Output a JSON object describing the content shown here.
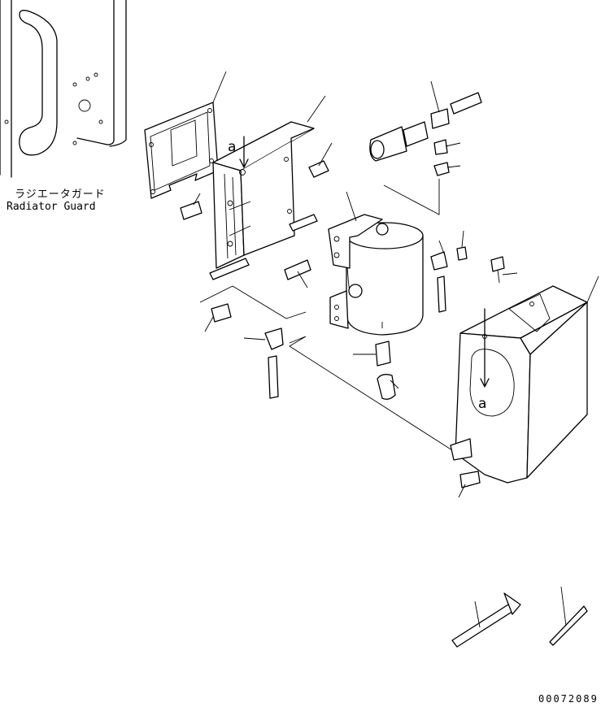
{
  "labels": {
    "radiator_guard_jp": "ラジエータガード",
    "radiator_guard_en": "Radiator Guard",
    "view_marker_top": "a",
    "view_marker_cover": "a"
  },
  "drawing_number": "00072089"
}
